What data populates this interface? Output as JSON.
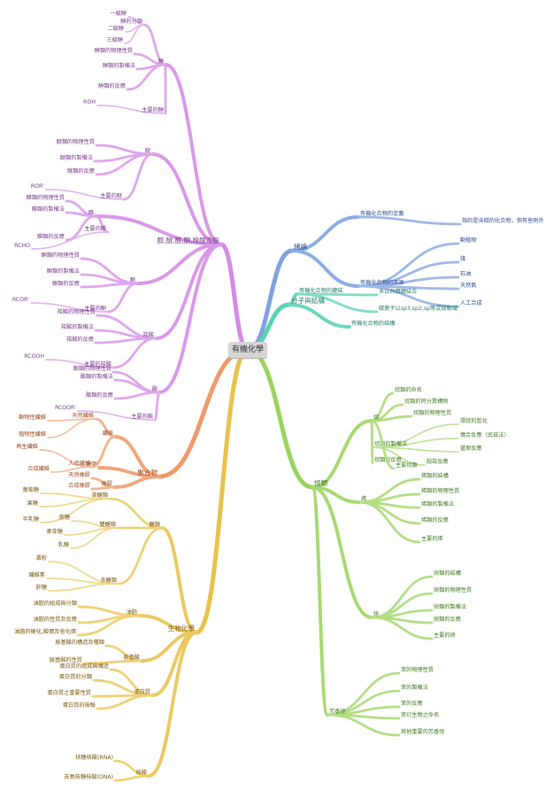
{
  "root": "有機化學",
  "branches": [
    {
      "id": "b1",
      "label": "醇,醚,醛,酮,羧酸及酯",
      "color": "#d48ae6",
      "children": [
        {
          "label": "醇",
          "children": [
            {
              "label": "醇的分類",
              "children": [
                {
                  "label": "一級醇"
                },
                {
                  "label": "二級醇"
                },
                {
                  "label": "三級醇"
                }
              ]
            },
            {
              "label": "醇類的物理性質"
            },
            {
              "label": "醇類的製備法"
            },
            {
              "label": "醇類的反應"
            },
            {
              "label": "主要的醇",
              "children": [
                {
                  "label": "ROH"
                }
              ]
            }
          ]
        },
        {
          "label": "醚",
          "children": [
            {
              "label": "醚類的物理性質"
            },
            {
              "label": "醚類的製備法"
            },
            {
              "label": "醚類的反應"
            },
            {
              "label": "主要的醚",
              "children": [
                {
                  "label": "ROR'"
                }
              ]
            }
          ]
        },
        {
          "label": "醛",
          "children": [
            {
              "label": "醛類的物理性質"
            },
            {
              "label": "醛類的製備法"
            },
            {
              "label": "醛類的反應"
            },
            {
              "label": "主要的醛",
              "children": [
                {
                  "label": "RCHO"
                }
              ]
            }
          ]
        },
        {
          "label": "酮",
          "children": [
            {
              "label": "酮類的物理性質"
            },
            {
              "label": "酮類的製備法"
            },
            {
              "label": "酮類的反應"
            },
            {
              "label": "主要的酮",
              "children": [
                {
                  "label": "RCOR'"
                }
              ]
            }
          ]
        },
        {
          "label": "羧酸",
          "children": [
            {
              "label": "羧酸的物理性質"
            },
            {
              "label": "羧酸的製備法"
            },
            {
              "label": "羧酸的反應"
            },
            {
              "label": "主要的羧酸",
              "children": [
                {
                  "label": "RCOOH"
                }
              ]
            }
          ]
        },
        {
          "label": "酯",
          "children": [
            {
              "label": "酯類的物理性質"
            },
            {
              "label": "酯類的製備法"
            },
            {
              "label": "酯類的反應"
            },
            {
              "label": "主要的酯",
              "children": [
                {
                  "label": "RCOOR'"
                }
              ]
            }
          ]
        }
      ]
    },
    {
      "id": "b2",
      "label": "聚合物",
      "color": "#ee9a6a",
      "children": [
        {
          "label": "醣類"
        },
        {
          "label": "纖維",
          "children": [
            {
              "label": "天然纖維",
              "children": [
                {
                  "label": "動物性纖維"
                },
                {
                  "label": "植物性纖維"
                }
              ]
            },
            {
              "label": "人造纖維",
              "children": [
                {
                  "label": "再生纖維"
                },
                {
                  "label": "合成纖維"
                }
              ]
            }
          ]
        },
        {
          "label": "橡膠",
          "children": [
            {
              "label": "天然橡膠"
            },
            {
              "label": "合成橡膠"
            }
          ]
        }
      ]
    },
    {
      "id": "b3",
      "label": "生物化學",
      "color": "#e8c24a",
      "children": [
        {
          "label": "醣類",
          "children": [
            {
              "label": "單醣類",
              "children": [
                {
                  "label": "葡萄糖"
                },
                {
                  "label": "果糖"
                },
                {
                  "label": "半乳糖"
                }
              ]
            },
            {
              "label": "雙醣類",
              "children": [
                {
                  "label": "蔗糖"
                },
                {
                  "label": "麥芽糖"
                },
                {
                  "label": "乳糖"
                }
              ]
            },
            {
              "label": "多醣類",
              "children": [
                {
                  "label": "澱粉"
                },
                {
                  "label": "纖維素"
                },
                {
                  "label": "肝糖"
                }
              ]
            }
          ]
        },
        {
          "label": "油脂",
          "children": [
            {
              "label": "油脂的組成與分類"
            },
            {
              "label": "油脂的性質及反應"
            },
            {
              "label": "油脂的硬化,酸價及皂化價"
            }
          ]
        },
        {
          "label": "胺基酸",
          "children": [
            {
              "label": "胺基酸的構造及種類"
            },
            {
              "label": "胺基酸的性質"
            }
          ]
        },
        {
          "label": "蛋白質",
          "children": [
            {
              "label": "蛋白質的組成與構造"
            },
            {
              "label": "蛋白質的分類"
            },
            {
              "label": "蛋白質之重要性質"
            },
            {
              "label": "蛋白質的檢驗"
            }
          ]
        },
        {
          "label": "核酸",
          "children": [
            {
              "label": "核糖核酸(RNA)"
            },
            {
              "label": "去氧核糖核酸(DNA)"
            }
          ]
        }
      ]
    },
    {
      "id": "b4",
      "label": "緒論",
      "color": "#7ea1e0",
      "children": [
        {
          "label": "有機化合物的定義",
          "children": [
            {
              "label": "指的是含碳的化合物，但有些例外"
            }
          ]
        },
        {
          "label": "有機化合物的來源",
          "children": [
            {
              "label": "動植物"
            },
            {
              "label": "煤"
            },
            {
              "label": "石油"
            },
            {
              "label": "天然氣"
            },
            {
              "label": "人工合成"
            }
          ]
        }
      ]
    },
    {
      "id": "b5",
      "label": "分子與結構",
      "color": "#58d1b4",
      "children": [
        {
          "label": "有機化合物的鍵結",
          "children": [
            {
              "label": "多以共價鍵結合"
            },
            {
              "label": "碳原子以sp3,sp2,sp等混成軌域"
            }
          ]
        },
        {
          "label": "有機化合物的結構"
        }
      ]
    },
    {
      "id": "b6",
      "label": "烴類",
      "color": "#9ad45e",
      "children": [
        {
          "label": "烷",
          "children": [
            {
              "label": "烷類的命名"
            },
            {
              "label": "烷類的同分異構物"
            },
            {
              "label": "烷類的物理性質"
            },
            {
              "label": "烷類的製備法",
              "children": [
                {
                  "label": "環烷的氫化"
                },
                {
                  "label": "偶合反應（武茲法）"
                },
                {
                  "label": "還原反應"
                },
                {
                  "label": "脫羧反應"
                }
              ]
            },
            {
              "label": "烷類的反應"
            },
            {
              "label": "主要烷類"
            }
          ]
        },
        {
          "label": "烯",
          "children": [
            {
              "label": "烯類的結構"
            },
            {
              "label": "烯類的物理性質"
            },
            {
              "label": "烯類的製備法"
            },
            {
              "label": "烯類的反應"
            },
            {
              "label": "主要的烯"
            }
          ]
        },
        {
          "label": "炔",
          "children": [
            {
              "label": "炔類的結構"
            },
            {
              "label": "炔類的物理性質"
            },
            {
              "label": "炔類的製備法"
            },
            {
              "label": "炔類的反應"
            },
            {
              "label": "主要的炔"
            }
          ]
        },
        {
          "label": "芳香烴",
          "children": [
            {
              "label": "苯的物理性質"
            },
            {
              "label": "苯的製備法"
            },
            {
              "label": "苯的反應"
            },
            {
              "label": "苯衍生物之命名"
            },
            {
              "label": "其他重要的芳香烴"
            }
          ]
        }
      ]
    }
  ]
}
